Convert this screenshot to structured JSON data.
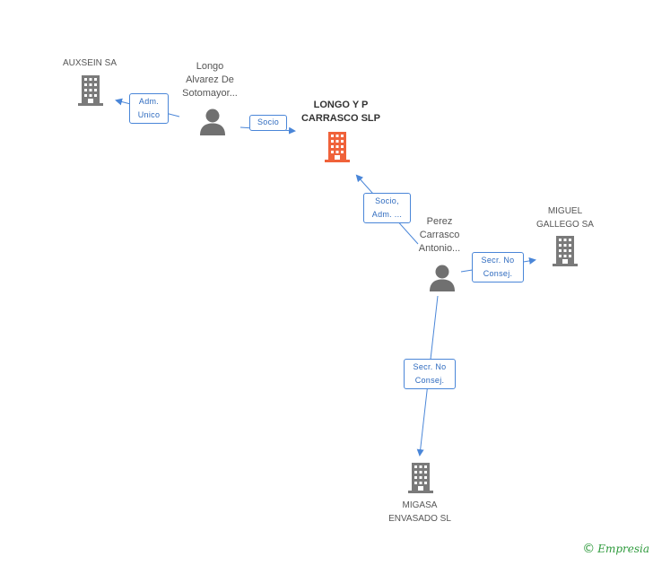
{
  "nodes": {
    "auxsein": {
      "label": "AUXSEIN SA"
    },
    "longo_alvarez": {
      "label": "Longo\nAlvarez De\nSotomayor..."
    },
    "longo_y_p": {
      "label": "LONGO Y P\nCARRASCO SLP"
    },
    "perez": {
      "label": "Perez\nCarrasco\nAntonio..."
    },
    "miguel": {
      "label": "MIGUEL\nGALLEGO SA"
    },
    "migasa": {
      "label": "MIGASA\nENVASADO SL"
    }
  },
  "edges": {
    "adm_unico": "Adm.\nUnico",
    "socio": "Socio",
    "socio_adm": "Socio,\nAdm. ...",
    "secr_miguel": "Secr.  No\nConsej.",
    "secr_migasa": "Secr.  No\nConsej."
  },
  "colors": {
    "company": "#7a7a7a",
    "focus_company": "#f0623a",
    "person": "#707070",
    "edge": "#4a86d8"
  },
  "footer": {
    "copyright": "©",
    "brand": "Empresia"
  }
}
